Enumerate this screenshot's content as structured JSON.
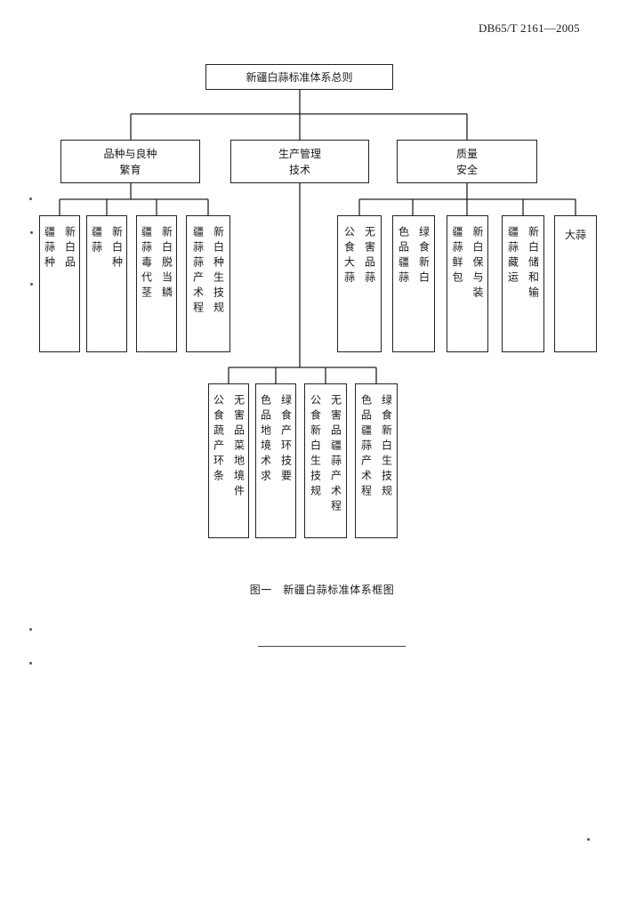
{
  "header": {
    "standard_number": "DB65/T 2161—2005"
  },
  "diagram": {
    "root": {
      "lines": [
        "新疆白蒜标准体系总则"
      ]
    },
    "categories": [
      {
        "lines": [
          "品种与良种",
          "繁育"
        ]
      },
      {
        "lines": [
          "生产管理",
          "技术"
        ]
      },
      {
        "lines": [
          "质量",
          "安全"
        ]
      }
    ],
    "variety_standards": [
      {
        "cols": [
          "新白品",
          "疆蒜种"
        ]
      },
      {
        "cols": [
          "新白种",
          "疆蒜"
        ]
      },
      {
        "cols": [
          "新白脱当鳞",
          "疆蒜毒代茎"
        ]
      },
      {
        "cols": [
          "新白种生技规",
          "疆蒜蒜产术程"
        ]
      }
    ],
    "quality_standards": [
      {
        "cols": [
          "无害品蒜",
          "公食大蒜"
        ]
      },
      {
        "cols": [
          "绿食新白",
          "色品疆蒜"
        ]
      },
      {
        "cols": [
          "新白保与装",
          "疆蒜鲜包"
        ]
      },
      {
        "cols": [
          "新白储和输",
          "疆蒜藏运"
        ]
      },
      {
        "cols": [
          "大蒜"
        ]
      }
    ],
    "production_standards": [
      {
        "cols": [
          "无害品菜地境件",
          "公食蔬产环条"
        ]
      },
      {
        "cols": [
          "绿食产环技要",
          "色品地境术求"
        ]
      },
      {
        "cols": [
          "无害品疆蒜产术程",
          "公食新白生技规"
        ]
      },
      {
        "cols": [
          "绿食新白生技规",
          "色品疆蒜产术程"
        ]
      }
    ]
  },
  "caption": "图一　新疆白蒜标准体系框图"
}
